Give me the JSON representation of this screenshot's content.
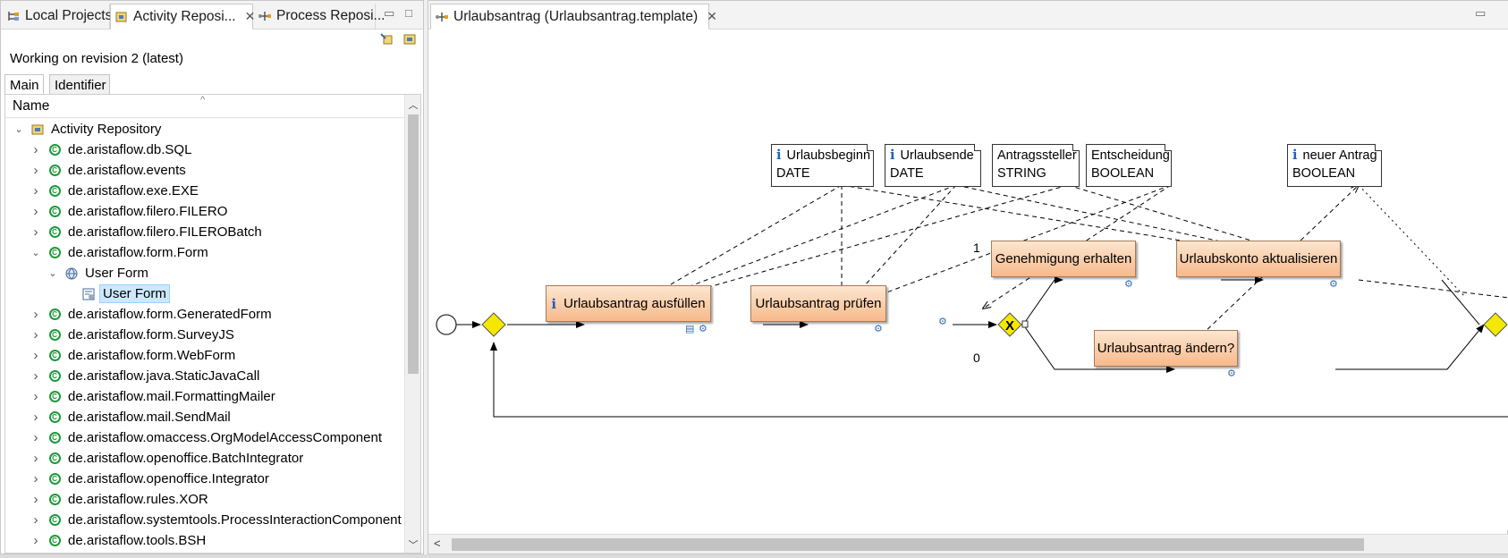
{
  "left_panel": {
    "tabs": [
      "Local Projects",
      "Activity Reposi...",
      "Process Reposi..."
    ],
    "revision_text": "Working on revision 2 (latest)",
    "subtabs": [
      "Main",
      "Identifier"
    ],
    "column_header": "Name",
    "tree": [
      {
        "label": "Activity Repository",
        "level": 0,
        "expander": "expanded",
        "icon": "repository-icon"
      },
      {
        "label": "de.aristaflow.db.SQL",
        "level": 1,
        "expander": "collapsed",
        "icon": "component-icon"
      },
      {
        "label": "de.aristaflow.events",
        "level": 1,
        "expander": "collapsed",
        "icon": "component-icon"
      },
      {
        "label": "de.aristaflow.exe.EXE",
        "level": 1,
        "expander": "collapsed",
        "icon": "component-icon"
      },
      {
        "label": "de.aristaflow.filero.FILERO",
        "level": 1,
        "expander": "collapsed",
        "icon": "component-icon"
      },
      {
        "label": "de.aristaflow.filero.FILEROBatch",
        "level": 1,
        "expander": "collapsed",
        "icon": "component-icon"
      },
      {
        "label": "de.aristaflow.form.Form",
        "level": 1,
        "expander": "expanded",
        "icon": "component-icon"
      },
      {
        "label": "User Form",
        "level": 2,
        "expander": "expanded",
        "icon": "globe-icon"
      },
      {
        "label": "User Form",
        "level": 3,
        "expander": "none",
        "icon": "form-icon",
        "selected": true
      },
      {
        "label": "de.aristaflow.form.GeneratedForm",
        "level": 1,
        "expander": "collapsed",
        "icon": "component-icon"
      },
      {
        "label": "de.aristaflow.form.SurveyJS",
        "level": 1,
        "expander": "collapsed",
        "icon": "component-icon"
      },
      {
        "label": "de.aristaflow.form.WebForm",
        "level": 1,
        "expander": "collapsed",
        "icon": "component-icon"
      },
      {
        "label": "de.aristaflow.java.StaticJavaCall",
        "level": 1,
        "expander": "collapsed",
        "icon": "component-icon"
      },
      {
        "label": "de.aristaflow.mail.FormattingMailer",
        "level": 1,
        "expander": "collapsed",
        "icon": "component-icon"
      },
      {
        "label": "de.aristaflow.mail.SendMail",
        "level": 1,
        "expander": "collapsed",
        "icon": "component-icon"
      },
      {
        "label": "de.aristaflow.omaccess.OrgModelAccessComponent",
        "level": 1,
        "expander": "collapsed",
        "icon": "component-icon"
      },
      {
        "label": "de.aristaflow.openoffice.BatchIntegrator",
        "level": 1,
        "expander": "collapsed",
        "icon": "component-icon"
      },
      {
        "label": "de.aristaflow.openoffice.Integrator",
        "level": 1,
        "expander": "collapsed",
        "icon": "component-icon"
      },
      {
        "label": "de.aristaflow.rules.XOR",
        "level": 1,
        "expander": "collapsed",
        "icon": "component-icon"
      },
      {
        "label": "de.aristaflow.systemtools.ProcessInteractionComponent",
        "level": 1,
        "expander": "collapsed",
        "icon": "component-icon"
      },
      {
        "label": "de.aristaflow.tools.BSH",
        "level": 1,
        "expander": "collapsed",
        "icon": "component-icon"
      }
    ]
  },
  "editor": {
    "tab_title": "Urlaubsantrag (Urlaubsantrag.template)",
    "diagram": {
      "activities": {
        "fill": "Urlaubsantrag ausfüllen",
        "check": "Urlaubsantrag prüfen",
        "approval": "Genehmigung erhalten",
        "update": "Urlaubskonto aktualisieren",
        "change": "Urlaubsantrag ändern?"
      },
      "data": {
        "start": {
          "name": "Urlaubsbeginn",
          "type": "DATE"
        },
        "end": {
          "name": "Urlaubsende",
          "type": "DATE"
        },
        "applicant": {
          "name": "Antragssteller",
          "type": "STRING"
        },
        "decision": {
          "name": "Entscheidung",
          "type": "BOOLEAN"
        },
        "new_request": {
          "name": "neuer Antrag",
          "type": "BOOLEAN"
        }
      },
      "edge_labels": {
        "yes": "1",
        "no": "0"
      },
      "colors": {
        "activity_top": "#fce6d0",
        "activity_bottom": "#f7b98b",
        "gateway": "#f5e800"
      }
    }
  }
}
